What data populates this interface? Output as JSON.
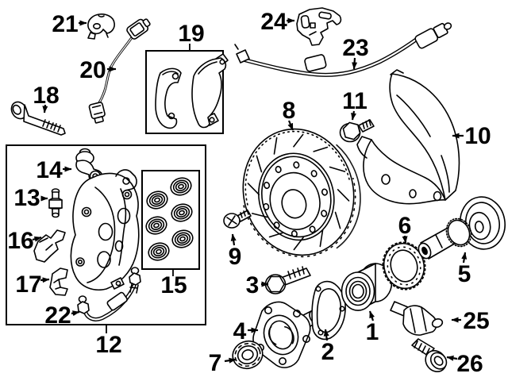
{
  "palette": {
    "background": "#ffffff",
    "ink": "#000000"
  },
  "figure_kind": "exploded-brake-parts-diagram",
  "callouts": {
    "c1": {
      "label": "1"
    },
    "c2": {
      "label": "2"
    },
    "c3": {
      "label": "3"
    },
    "c4": {
      "label": "4"
    },
    "c5": {
      "label": "5"
    },
    "c6": {
      "label": "6"
    },
    "c7": {
      "label": "7"
    },
    "c8": {
      "label": "8"
    },
    "c9": {
      "label": "9"
    },
    "c10": {
      "label": "10"
    },
    "c11": {
      "label": "11"
    },
    "c12": {
      "label": "12"
    },
    "c13": {
      "label": "13"
    },
    "c14": {
      "label": "14"
    },
    "c15": {
      "label": "15"
    },
    "c16": {
      "label": "16"
    },
    "c17": {
      "label": "17"
    },
    "c18": {
      "label": "18"
    },
    "c19": {
      "label": "19"
    },
    "c20": {
      "label": "20"
    },
    "c21": {
      "label": "21"
    },
    "c22": {
      "label": "22"
    },
    "c23": {
      "label": "23"
    },
    "c24": {
      "label": "24"
    },
    "c25": {
      "label": "25"
    },
    "c26": {
      "label": "26"
    }
  }
}
